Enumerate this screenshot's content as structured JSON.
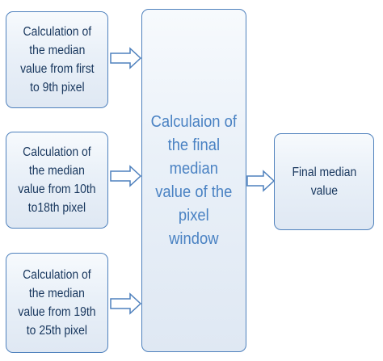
{
  "diagram": {
    "inputs": [
      {
        "label": "Calculation of\nthe median\nvalue from first\nto 9th pixel"
      },
      {
        "label": "Calculation of\nthe median\nvalue from 10th\nto18th pixel"
      },
      {
        "label": "Calculation of\nthe median\nvalue from 19th\nto 25th pixel"
      }
    ],
    "center": {
      "label": "Calculaion of\nthe final\nmedian\nvalue of the\npixel\nwindow"
    },
    "output": {
      "label": "Final median\nvalue"
    },
    "colors": {
      "border": "#4f81bd",
      "box_fill_top": "#f7fafd",
      "box_fill_bottom": "#dfe8f3",
      "text_dark": "#17365d",
      "text_center": "#4a82c3",
      "arrow_fill": "#ffffff",
      "arrow_stroke": "#4f81bd"
    },
    "arrow_icon": "hollow-block-arrow-right"
  }
}
